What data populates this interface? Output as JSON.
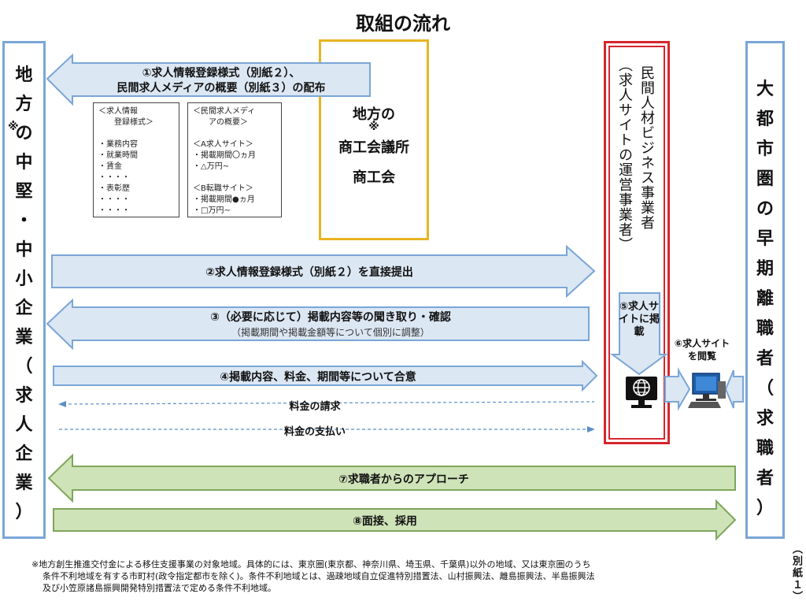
{
  "title": "取組の流れ",
  "left_entity": {
    "chars": [
      "地",
      "方",
      "の",
      "中",
      "堅",
      "・",
      "中",
      "小",
      "企",
      "業",
      "（",
      "求",
      "人",
      "企",
      "業",
      "）"
    ],
    "note_mark": "※"
  },
  "right_entity": {
    "chars": [
      "大",
      "都",
      "市",
      "圏",
      "の",
      "早",
      "期",
      "離",
      "職",
      "者",
      "（",
      "求",
      "職",
      "者",
      "）"
    ]
  },
  "chamber": {
    "line1": "地方の",
    "note_mark": "※",
    "line2": "商工会議所",
    "line3": "商工会"
  },
  "business": {
    "label": "民間人材ビジネス事業者",
    "sub": "（求人サイトの運営事業者）"
  },
  "docs": {
    "doc1": {
      "lines": [
        "＜求人情報",
        "　　登録様式＞",
        "",
        "・業務内容",
        "・就業時間",
        "・賃金",
        "・・・・",
        "・表彰歴",
        "・・・・",
        "・・・・"
      ]
    },
    "doc2": {
      "lines": [
        "＜民間求人メディ",
        "　　アの概要＞",
        "",
        "＜A求人サイト＞",
        "・掲載期間〇ヵ月",
        "・△万円~",
        "",
        "＜B転職サイト＞",
        "・掲載期間●ヵ月",
        "・□万円~"
      ]
    }
  },
  "steps": {
    "s1_line1": "①求人情報登録様式（別紙２）、",
    "s1_line2": "民間求人メディアの概要（別紙３）の配布",
    "s2": "②求人情報登録様式（別紙２）を直接提出",
    "s3": "③（必要に応じて）掲載内容等の聞き取り・確認",
    "s3_sub": "（掲載期間や掲載金額等について個別に調整）",
    "s4": "④掲載内容、料金、期間等について合意",
    "s5": "⑤求人サイトに掲載",
    "s6": "⑥求人サイトを閲覧",
    "billing": "料金の請求",
    "payment": "料金の支払い",
    "s7": "⑦求職者からのアプローチ",
    "s8": "⑧面接、採用"
  },
  "attachment_label": "（別紙１）",
  "footnote": {
    "line1": "※地方創生推進交付金による移住支援事業の対象地域。具体的には、東京圏(東京都、神奈川県、埼玉県、千葉県)以外の地域、又は東京圏のうち",
    "line2": "条件不利地域を有する市町村(政令指定都市を除く)。条件不利地域とは、過疎地域自立促進特別措置法、山村振興法、離島振興法、半島振興法",
    "line3": "及び小笠原諸島振興開発特別措置法で定める条件不利地域。"
  },
  "colors": {
    "blue_arrow": "#dce7f4",
    "blue_border": "#7aa6d6",
    "green_arrow": "#cfe3b8",
    "green_border": "#7fa65b",
    "chamber_border": "#e8b420",
    "business_border": "#d6262d"
  }
}
